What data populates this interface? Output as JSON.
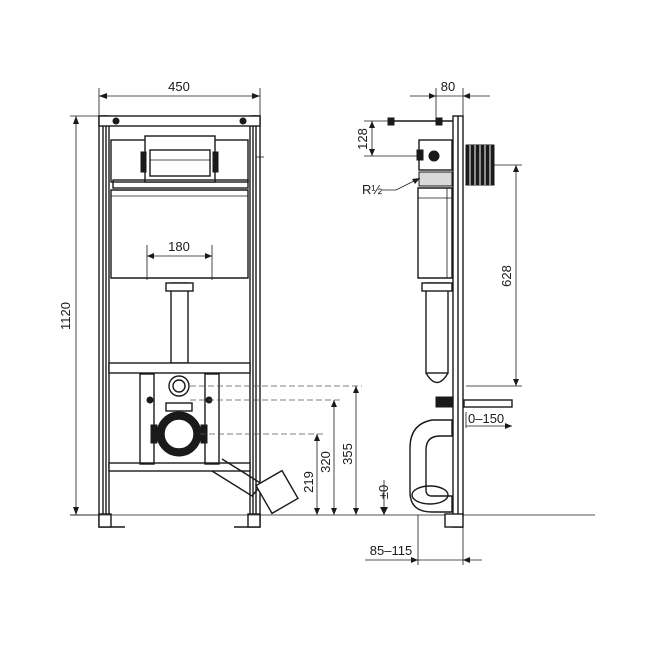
{
  "front_view": {
    "width_label": "450",
    "height_label": "1120",
    "cistern_inner_label": "180",
    "dim_219": "219",
    "dim_320": "320",
    "dim_355": "355"
  },
  "side_view": {
    "depth_label": "80",
    "top_label": "128",
    "thread_label": "R½",
    "pipe_height_label": "628",
    "offset_label": "0–150",
    "floor_label": "±0",
    "wall_distance_label": "85–115"
  }
}
